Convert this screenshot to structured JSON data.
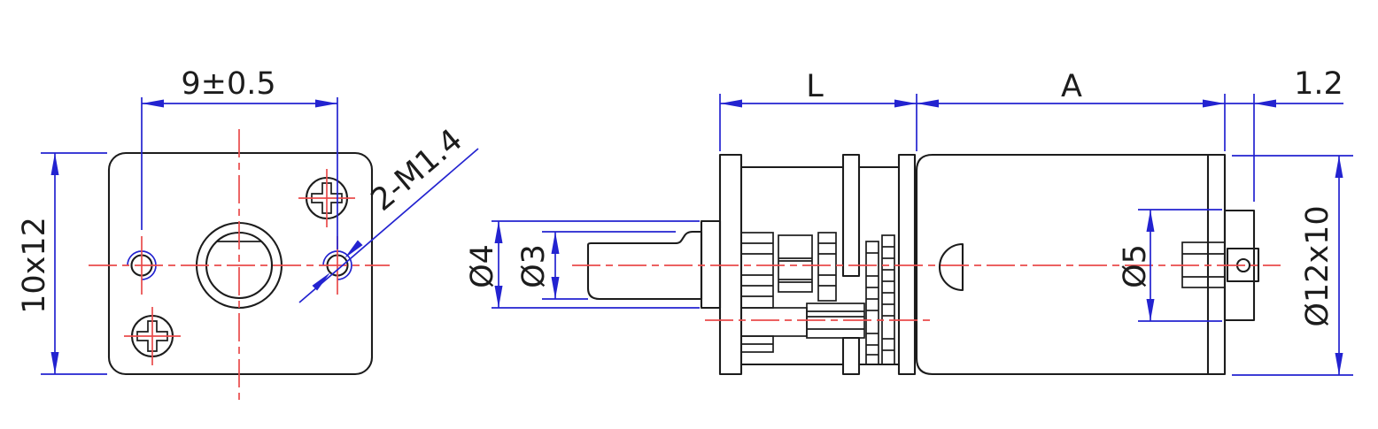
{
  "drawing": {
    "type": "engineering-drawing",
    "subject": "micro gear motor dimension drawing",
    "colors": {
      "outline": "#1c1c1c",
      "dimension": "#2323d0",
      "centerline": "#e94b4b",
      "background": "#ffffff"
    },
    "front_view": {
      "name": "front face-plate view",
      "labels": {
        "hole_spacing": "9±0.5",
        "plate_size": "10x12",
        "thread_callout": "2-M1.4"
      }
    },
    "side_view": {
      "name": "side section view",
      "labels": {
        "gearbox_length": "L",
        "motor_body_length": "A",
        "terminal_cap_thickness": "1.2",
        "bearing_boss_diameter": "Ø4",
        "output_shaft_diameter": "Ø3",
        "rear_boss_diameter": "Ø5",
        "motor_body_size": "Ø12x10"
      }
    }
  }
}
